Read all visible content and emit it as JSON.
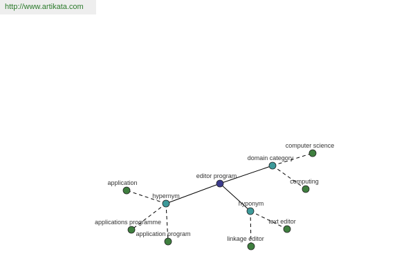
{
  "header": {
    "url": "http://www.artikata.com"
  },
  "graph": {
    "colors": {
      "root": "#3b3b8c",
      "relation": "#3d9a9a",
      "term": "#3f7f3f",
      "edge": "#000000"
    },
    "nodes": [
      {
        "id": "editor-program",
        "label": "editor program",
        "kind": "root"
      },
      {
        "id": "domain-category",
        "label": "domain category",
        "kind": "relation"
      },
      {
        "id": "hypernym",
        "label": "hypernym",
        "kind": "relation"
      },
      {
        "id": "hyponym",
        "label": "hyponym",
        "kind": "relation"
      },
      {
        "id": "computer-science",
        "label": "computer science",
        "kind": "term"
      },
      {
        "id": "computing",
        "label": "computing",
        "kind": "term"
      },
      {
        "id": "application",
        "label": "application",
        "kind": "term"
      },
      {
        "id": "applications-programme",
        "label": "applications programme",
        "kind": "term"
      },
      {
        "id": "application-program",
        "label": "application program",
        "kind": "term"
      },
      {
        "id": "text-editor",
        "label": "text editor",
        "kind": "term"
      },
      {
        "id": "linkage-editor",
        "label": "linkage editor",
        "kind": "term"
      }
    ],
    "edges": [
      {
        "from": "editor-program",
        "to": "domain-category",
        "style": "solid"
      },
      {
        "from": "editor-program",
        "to": "hypernym",
        "style": "solid"
      },
      {
        "from": "editor-program",
        "to": "hyponym",
        "style": "solid"
      },
      {
        "from": "domain-category",
        "to": "computer-science",
        "style": "dashed"
      },
      {
        "from": "domain-category",
        "to": "computing",
        "style": "dashed"
      },
      {
        "from": "hypernym",
        "to": "application",
        "style": "dashed"
      },
      {
        "from": "hypernym",
        "to": "applications-programme",
        "style": "dashed"
      },
      {
        "from": "hypernym",
        "to": "application-program",
        "style": "dashed"
      },
      {
        "from": "hyponym",
        "to": "text-editor",
        "style": "dashed"
      },
      {
        "from": "hyponym",
        "to": "linkage-editor",
        "style": "dashed"
      }
    ]
  }
}
